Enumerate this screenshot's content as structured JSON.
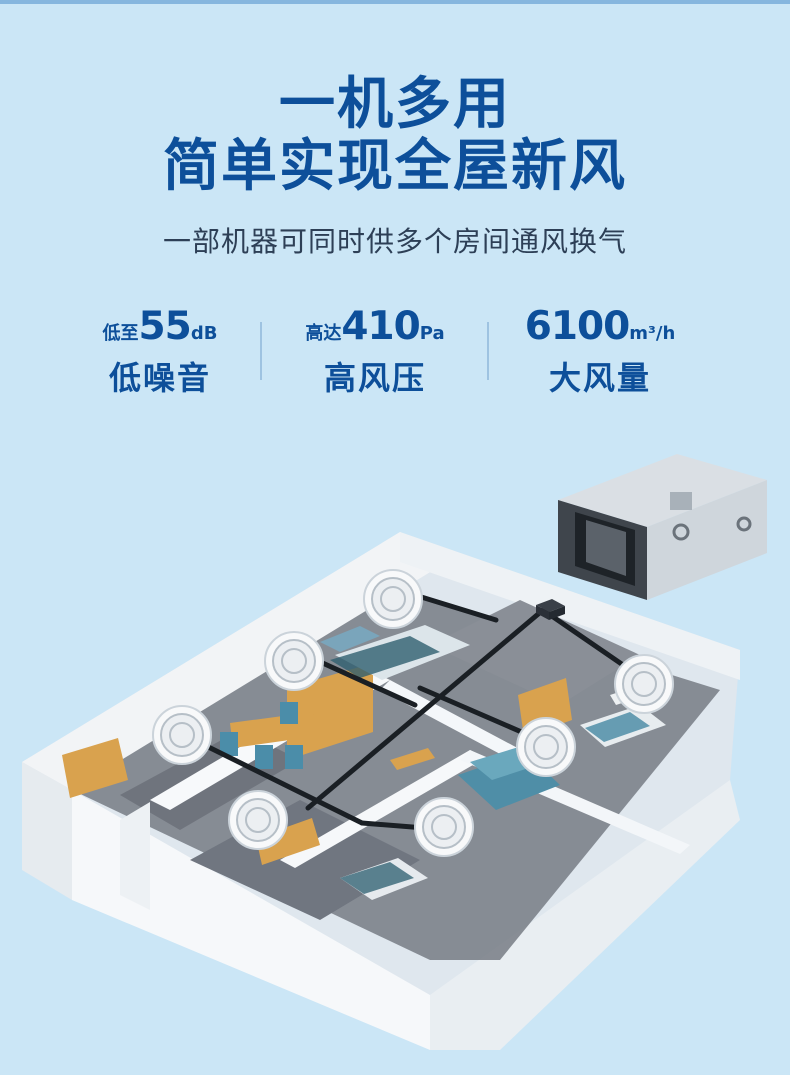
{
  "headline": {
    "line1": "一机多用",
    "line2": "简单实现全屋新风"
  },
  "subtitle": "一部机器可同时供多个房间通风换气",
  "stats": [
    {
      "prefix": "低至",
      "value": "55",
      "unit": "dB",
      "label": "低噪音"
    },
    {
      "prefix": "高达",
      "value": "410",
      "unit": "Pa",
      "label": "高风压"
    },
    {
      "prefix": "",
      "value": "6100",
      "unit": "m³/h",
      "label": "大风量"
    }
  ],
  "colors": {
    "background": "#cbe6f6",
    "heading_blue": "#0d4f9a",
    "subtitle_text": "#2d3f56",
    "wall_white": "#f5f7f9",
    "duct_dark": "#1a1f24",
    "floor_gray": "#7a7f87",
    "wood": "#d9a24e",
    "sofa_teal": "#4f8ea7"
  },
  "icons": {
    "unit": "ventilation-unit-icon",
    "vents": "ceiling-vent-icon",
    "house": "apartment-cutaway-illustration"
  }
}
